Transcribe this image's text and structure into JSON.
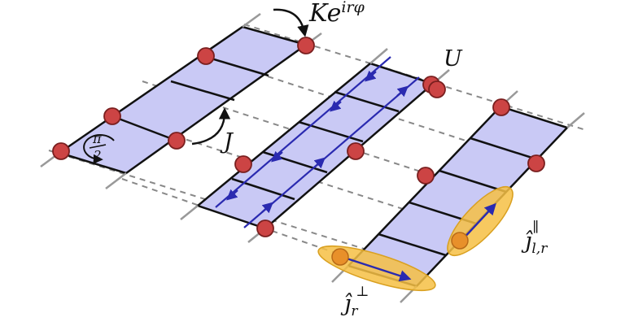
{
  "labels": {
    "k_main": "Ke",
    "k_exp": "irφ",
    "u": "U",
    "j": "J",
    "flux_num": "π",
    "flux_den": "2",
    "j_perp_main": "ĵ",
    "j_perp_sub": "r",
    "j_perp_sup": "⊥",
    "j_par_main": "ĵ",
    "j_par_sub": "l,r",
    "j_par_sup": "∥"
  },
  "colors": {
    "plaquette": "#c9c9f5",
    "rung": "#111111",
    "coupling_dashed": "#888888",
    "site": "#cc4444",
    "site_edge": "#7a1f1f",
    "current_arrow": "#2a2ab0",
    "current_ellipse": "#f6c044",
    "current_site": "#e8902a"
  }
}
